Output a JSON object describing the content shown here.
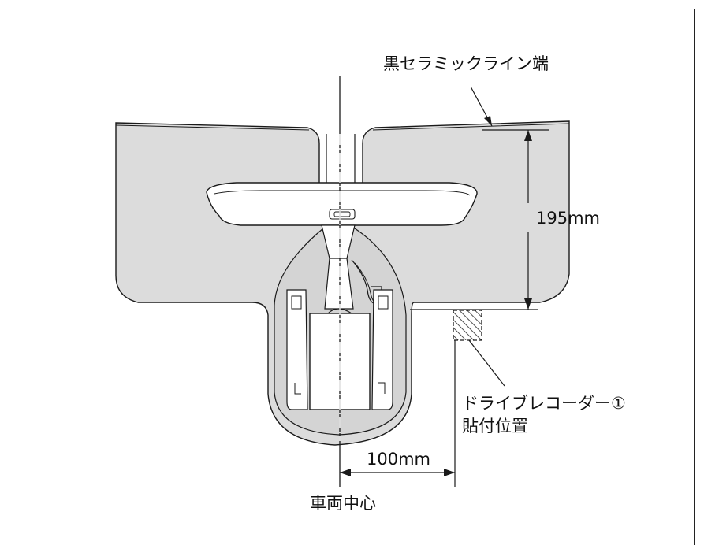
{
  "labels": {
    "ceramic_line_edge": "黒セラミックライン端",
    "vertical_dimension": "195mm",
    "horizontal_dimension": "100mm",
    "recorder_position_line1": "ドライブレコーダー①",
    "recorder_position_line2": "貼付位置",
    "vehicle_center": "車両中心"
  },
  "colors": {
    "ceramic_fill": "#dcdcdc",
    "line": "#1a1a1a",
    "mirror_fill": "#ffffff"
  }
}
